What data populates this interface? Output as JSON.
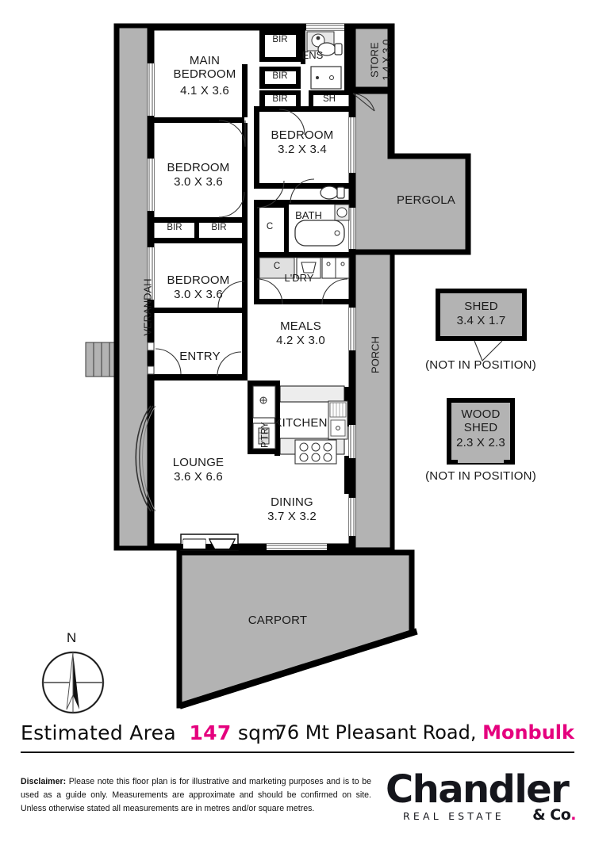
{
  "document": {
    "type": "real-estate-floor-plan",
    "estimated_area_prefix": "Estimated Area",
    "estimated_area_value": "147",
    "estimated_area_unit": "sqm",
    "address_street": "76 Mt Pleasant Road, ",
    "address_suburb": "Monbulk",
    "compass_label": "N",
    "disclaimer_bold": "Disclaimer:",
    "disclaimer_text": " Please note this floor plan is for illustrative and marketing purposes and is to be used as a guide only. Measurements are approximate and should be confirmed on site.  Unless otherwise stated all measurements are in metres and/or square metres.",
    "accent_color": "#e5007e",
    "wall_color": "#000000",
    "shaded_color": "#b3b3b3",
    "fixture_color": "#e8e8e8"
  },
  "brand": {
    "name": "Chandler",
    "tagline": "REAL ESTATE",
    "suffix": "& Co",
    "suffix_dot": "."
  },
  "rooms": [
    {
      "id": "main-bedroom",
      "name": "MAIN\nBEDROOM",
      "dims": "4.1 X 3.6"
    },
    {
      "id": "bedroom-2",
      "name": "BEDROOM",
      "dims": "3.0 X 3.6"
    },
    {
      "id": "bedroom-3",
      "name": "BEDROOM",
      "dims": "3.0 X 3.6"
    },
    {
      "id": "bedroom-4",
      "name": "BEDROOM",
      "dims": "3.2 X 3.4"
    },
    {
      "id": "ensuite",
      "name": "ENS",
      "dims": ""
    },
    {
      "id": "store",
      "name": "STORE",
      "dims": "1.4 X 3.0"
    },
    {
      "id": "bath",
      "name": "BATH",
      "dims": ""
    },
    {
      "id": "shower",
      "name": "SH",
      "dims": ""
    },
    {
      "id": "laundry",
      "name": "L'DRY",
      "dims": ""
    },
    {
      "id": "meals",
      "name": "MEALS",
      "dims": "4.2 X 3.0"
    },
    {
      "id": "entry",
      "name": "ENTRY",
      "dims": ""
    },
    {
      "id": "lounge",
      "name": "LOUNGE",
      "dims": "3.6 X 6.6"
    },
    {
      "id": "kitchen",
      "name": "KITCHEN",
      "dims": ""
    },
    {
      "id": "pantry",
      "name": "P'TRY",
      "dims": ""
    },
    {
      "id": "dining",
      "name": "DINING",
      "dims": "3.7 X 3.2"
    },
    {
      "id": "verandah",
      "name": "VERANDAH",
      "dims": ""
    },
    {
      "id": "porch",
      "name": "PORCH",
      "dims": ""
    },
    {
      "id": "pergola",
      "name": "PERGOLA",
      "dims": ""
    },
    {
      "id": "carport",
      "name": "CARPORT",
      "dims": ""
    }
  ],
  "closets": [
    {
      "id": "bir-1",
      "label": "BIR"
    },
    {
      "id": "bir-2",
      "label": "BIR"
    },
    {
      "id": "bir-3",
      "label": "BIR"
    },
    {
      "id": "bir-4",
      "label": "BIR"
    },
    {
      "id": "bir-5",
      "label": "BIR"
    },
    {
      "id": "cupboard-1",
      "label": "C"
    },
    {
      "id": "cupboard-2",
      "label": "C"
    }
  ],
  "outbuildings": [
    {
      "id": "shed",
      "name": "SHED",
      "dims": "3.4 X 1.7",
      "note": "(NOT IN POSITION)"
    },
    {
      "id": "wood-shed",
      "name": "WOOD\nSHED",
      "dims": "2.3 X 2.3",
      "note": "(NOT IN POSITION)"
    }
  ]
}
